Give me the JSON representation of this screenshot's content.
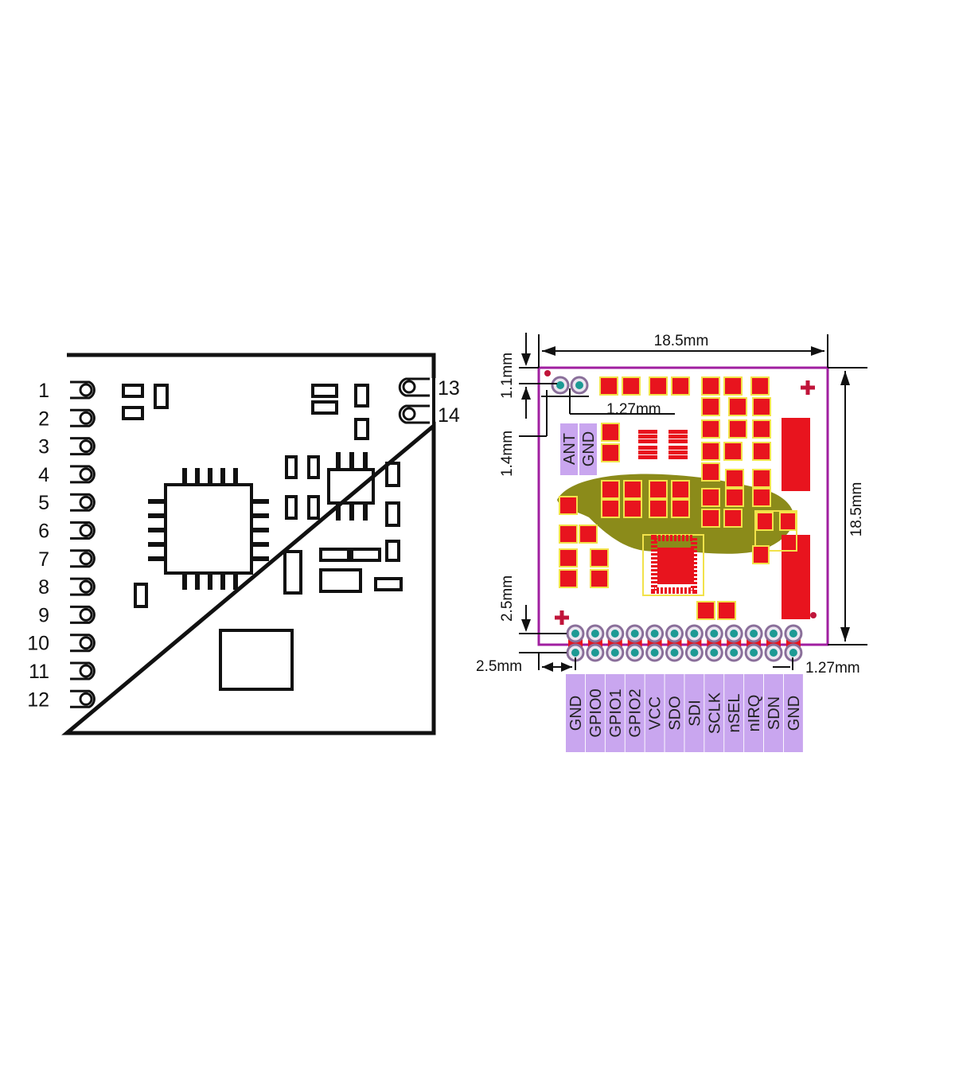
{
  "left_module": {
    "left_pins": [
      "1",
      "2",
      "3",
      "4",
      "5",
      "6",
      "7",
      "8",
      "9",
      "10",
      "11",
      "12"
    ],
    "right_pins": [
      "13",
      "14"
    ]
  },
  "right_module": {
    "dimensions": {
      "width": "18.5mm",
      "height": "18.5mm",
      "top_offset": "1.1mm",
      "ant_offset": "1.4mm",
      "top_pitch": "1.27mm",
      "bottom_offset": "2.5mm",
      "left_offset": "2.5mm",
      "bottom_pitch": "1.27mm"
    },
    "top_pin_labels": [
      "ANT",
      "GND"
    ],
    "bottom_pin_labels": [
      "GND",
      "GPIO0",
      "GPIO1",
      "GPIO2",
      "VCC",
      "SDO",
      "SDI",
      "SCLK",
      "nSEL",
      "nIRQ",
      "SDN",
      "GND"
    ],
    "colors": {
      "outline": "#a01fa0",
      "pad": "#e8141e",
      "pad_border": "#f2e24a",
      "label_bg": "#c9a6ef",
      "via_ring": "#8a6f9a",
      "via_center": "#1d9a94",
      "ground_fill": "#8b8b1a",
      "mark": "#c0143a"
    }
  }
}
